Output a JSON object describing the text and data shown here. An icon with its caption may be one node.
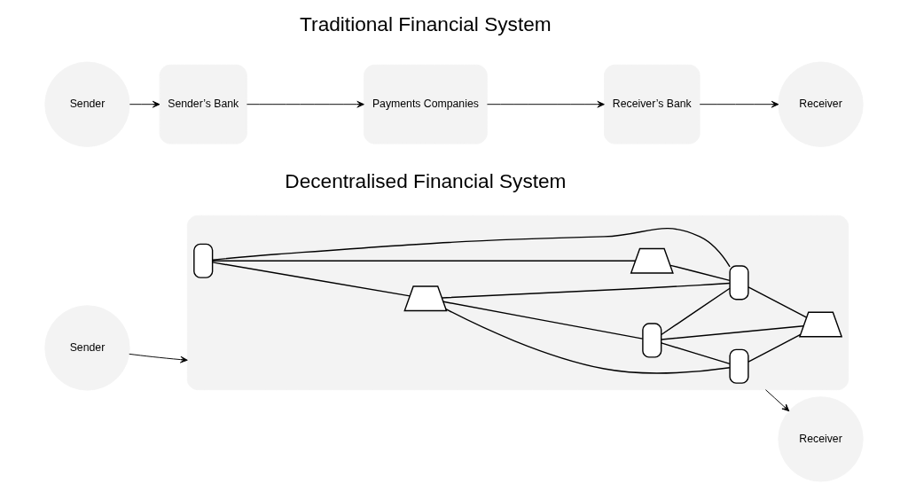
{
  "diagram": {
    "nodes": [
      {
        "text": [
          "Sender"
        ]
      },
      {
        "text": [
          "Sender’s Bank"
        ]
      },
      {
        "text": [
          "Payments Companies"
        ]
      },
      {
        "text": [
          "Receiver’s Bank"
        ]
      },
      {
        "text": [
          "Receiver"
        ]
      },
      {
        "text": [
          "Sender"
        ]
      },
      {
        "text": [],
        "shape": "box"
      },
      {
        "text": [],
        "shape": "laptop",
        "in": 6
      },
      {
        "text": [],
        "shape": "phone",
        "in": 6
      },
      {
        "text": [],
        "shape": "phone",
        "in": 6
      },
      {
        "text": [],
        "shape": "laptop",
        "in": 6
      },
      {
        "text": [],
        "shape": "phone",
        "in": 6
      },
      {
        "text": [],
        "shape": "laptop",
        "in": 6
      },
      {
        "text": [],
        "shape": "phone",
        "in": 6
      },
      {
        "text": [
          "Receiver"
        ]
      }
    ],
    "edges": [
      {
        "from": 0,
        "to": 1,
        "arrow": "to"
      },
      {
        "from": 1,
        "to": 2,
        "arrow": "to"
      },
      {
        "from": 2,
        "to": 3,
        "arrow": "to"
      },
      {
        "from": 3,
        "to": 4,
        "arrow": "to"
      },
      {
        "from": 5,
        "to": 6,
        "arrow": "to"
      },
      {
        "from": 8,
        "to": 7,
        "arrow": "none"
      },
      {
        "from": 8,
        "to": 10,
        "arrow": "none"
      },
      {
        "from": 8,
        "to": 9,
        "arrow": "none"
      },
      {
        "from": 7,
        "to": 9,
        "arrow": "none"
      },
      {
        "from": 10,
        "to": 9,
        "arrow": "none"
      },
      {
        "from": 10,
        "to": 11,
        "arrow": "none"
      },
      {
        "from": 10,
        "to": 13,
        "arrow": "none"
      },
      {
        "from": 11,
        "to": 9,
        "arrow": "none"
      },
      {
        "from": 11,
        "to": 13,
        "arrow": "none"
      },
      {
        "from": 11,
        "to": 12,
        "arrow": "none"
      },
      {
        "from": 9,
        "to": 12,
        "arrow": "none"
      },
      {
        "from": 13,
        "to": 12,
        "arrow": "none"
      },
      {
        "from": 6,
        "to": 14,
        "arrow": "to"
      }
    ],
    "labels": [
      "Traditional Financial System",
      "Decentralised Financial System"
    ]
  }
}
